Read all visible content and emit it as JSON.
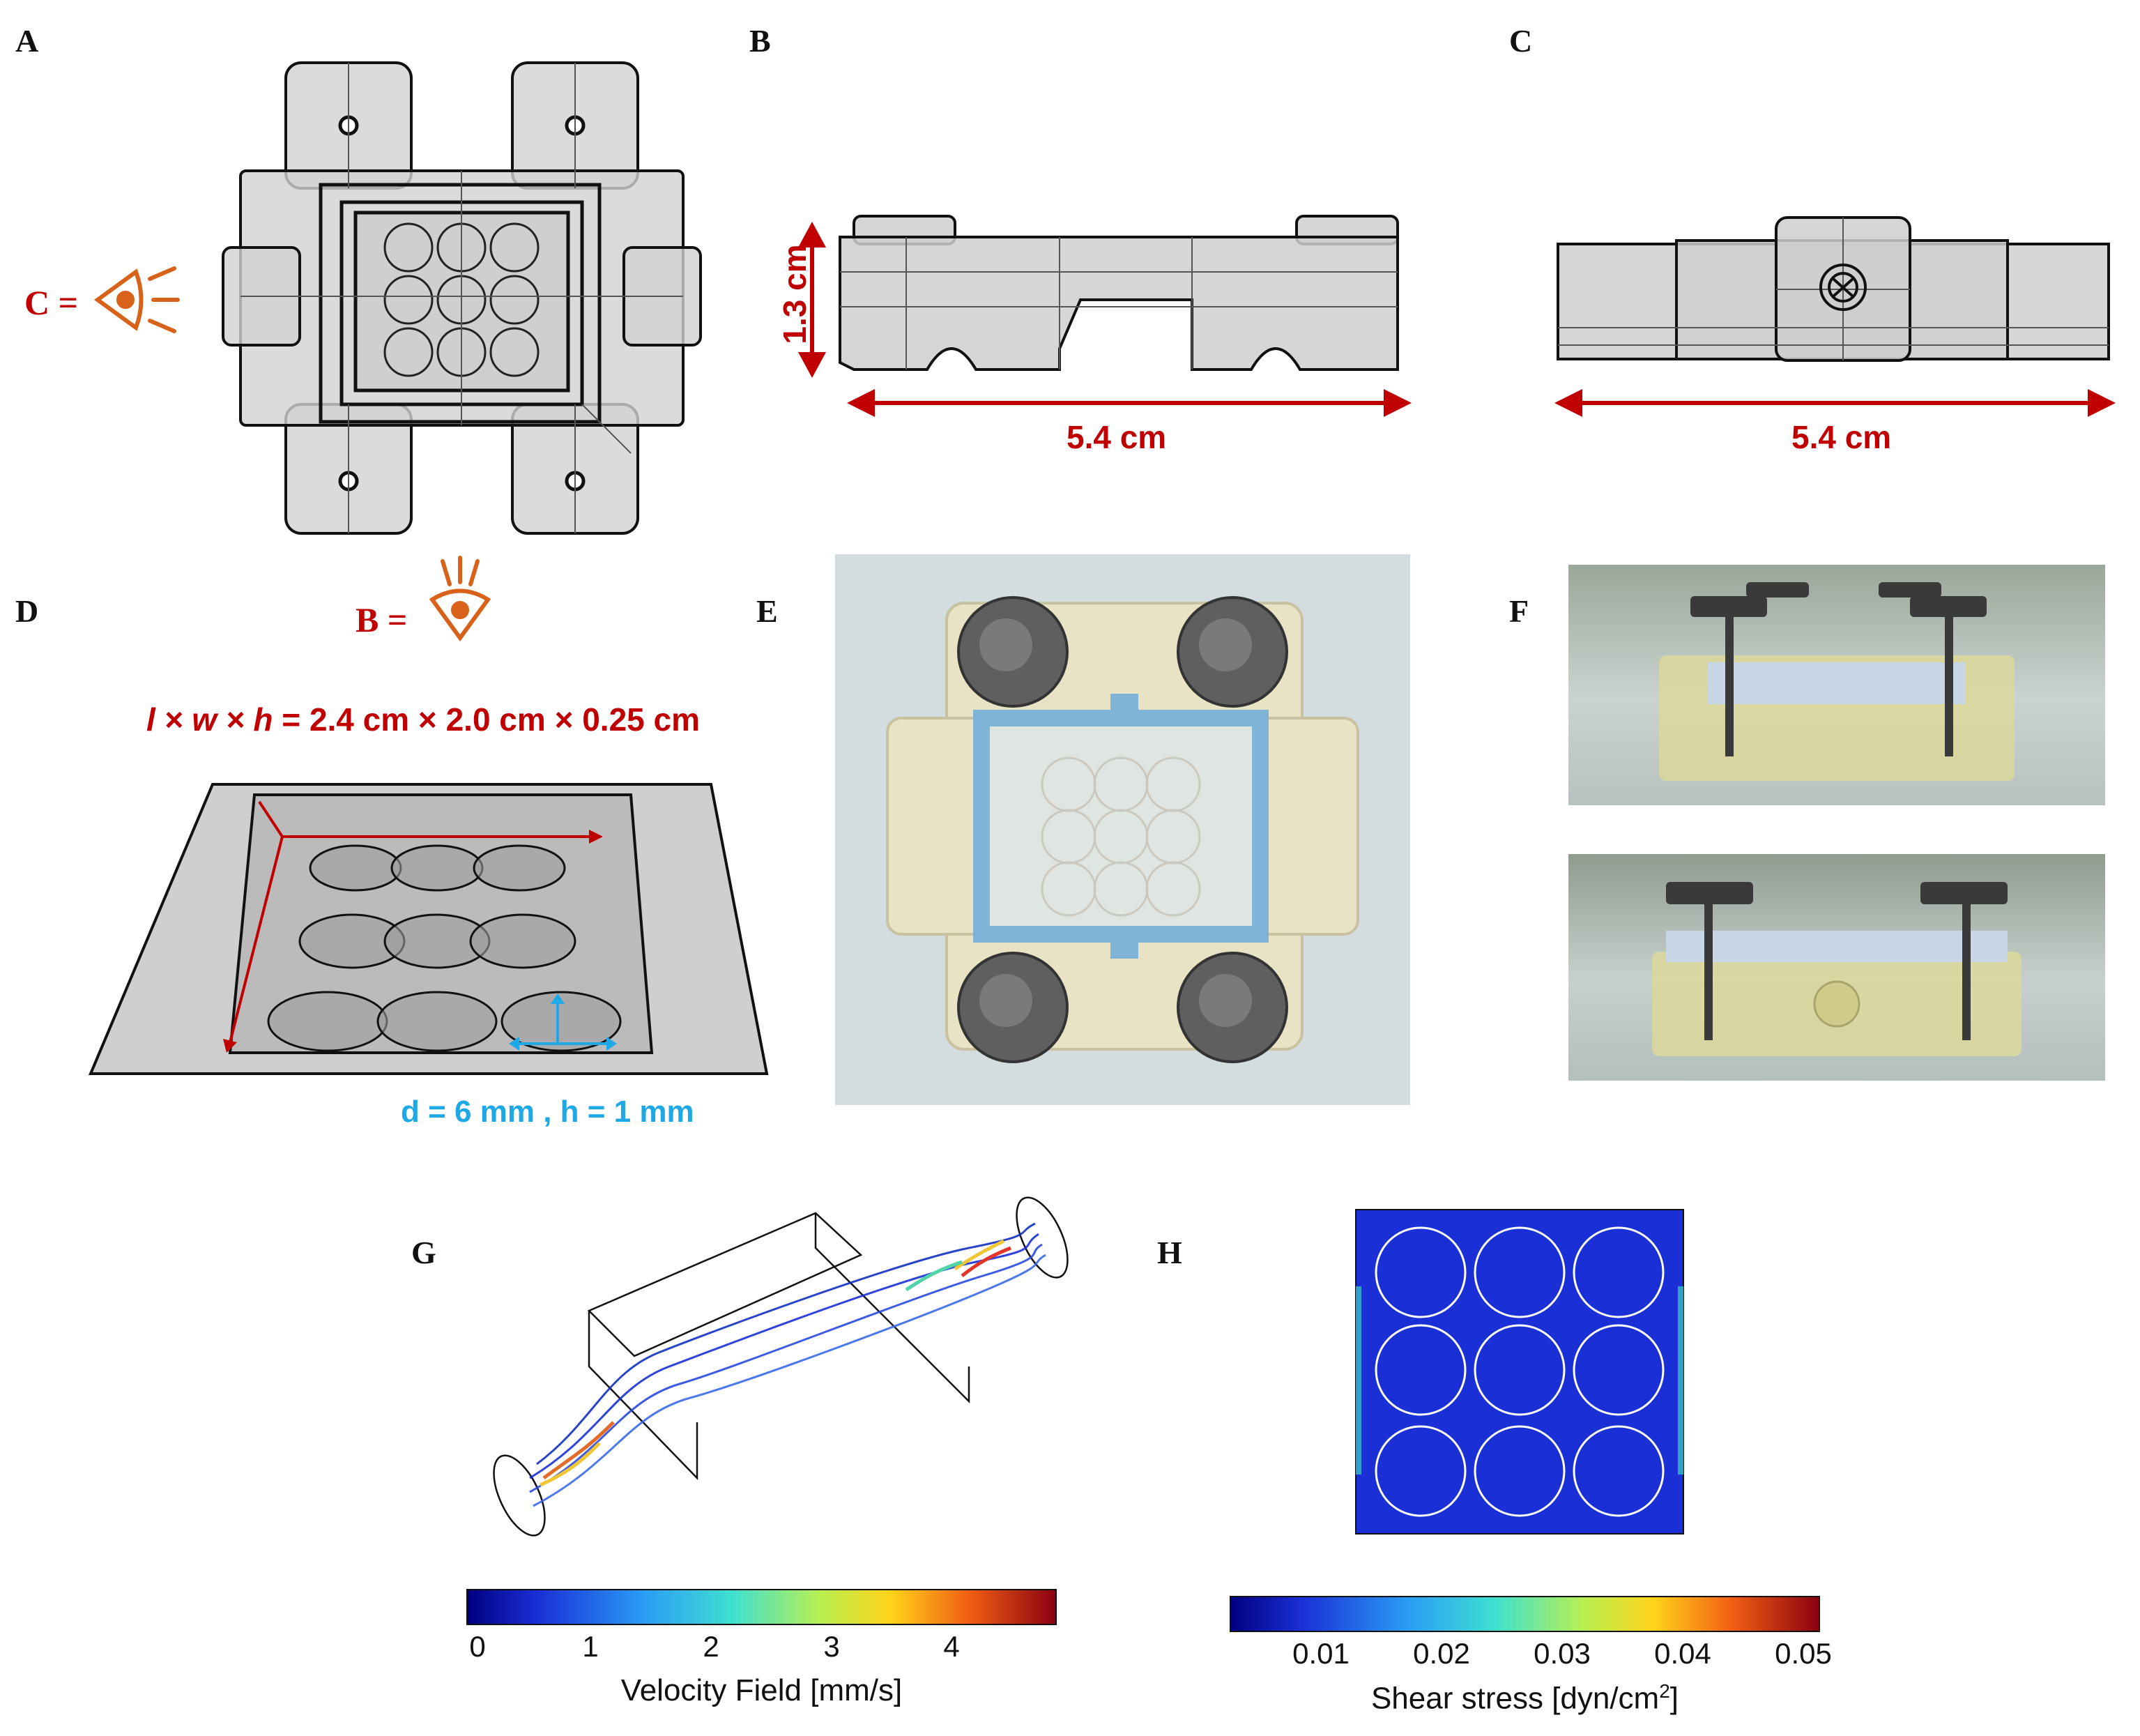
{
  "panels": {
    "A": "A",
    "B": "B",
    "C": "C",
    "D": "D",
    "E": "E",
    "F": "F",
    "G": "G",
    "H": "H"
  },
  "view_labels": {
    "c_view": "C =",
    "b_view": "B ="
  },
  "dimensions": {
    "height_b": "1.3 cm",
    "width_b": "5.4 cm",
    "width_c": "5.4 cm",
    "chamber_vars": "l × w × h",
    "chamber_values": "= 2.4 cm × 2.0 cm × 0.25 cm",
    "well": "d = 6 mm , h = 1 mm"
  },
  "colorbars": {
    "velocity": {
      "title": "Velocity Field [mm/s]",
      "ticks": [
        "0",
        "1",
        "2",
        "3",
        "4"
      ]
    },
    "shear": {
      "title_main": "Shear stress [dyn/cm",
      "title_sup": "2",
      "title_end": "]",
      "ticks": [
        "0.01",
        "0.02",
        "0.03",
        "0.04",
        "0.05"
      ]
    }
  },
  "colors": {
    "annotation_red": "#c00000",
    "annotation_blue": "#1fa8e6",
    "eye_orange": "#d9621a",
    "sim_blue": "#1a2fd6"
  }
}
